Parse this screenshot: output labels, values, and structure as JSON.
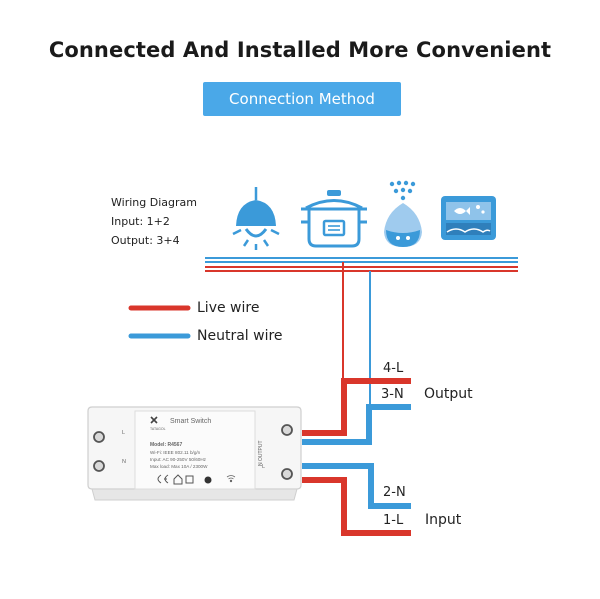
{
  "header": {
    "title": "Connected And Installed More Convenient",
    "badge": "Connection Method"
  },
  "wiring": {
    "heading": "Wiring Diagram",
    "input": "Input: 1+2",
    "output": "Output: 3+4"
  },
  "legend": {
    "live": "Live wire",
    "neutral": "Neutral wire"
  },
  "colors": {
    "live": "#d9362b",
    "neutral": "#3b9ad9",
    "accent": "#4aa8e8"
  },
  "icons": [
    "ceiling-lamp-icon",
    "rice-cooker-icon",
    "humidifier-icon",
    "aquarium-icon"
  ],
  "terminals": {
    "t4": "4-L",
    "t3": "3-N",
    "output": "Output",
    "t2": "2-N",
    "t1": "1-L",
    "input": "Input"
  },
  "device": {
    "brand": "TATAGOL",
    "name": "Smart Switch",
    "model": "Model: R4567",
    "wifi": "Wi-Fi: IEEE 802.11 b/g/n",
    "input": "Input: AC 90-250V 50/60Hz",
    "maxload": "Max load: Max 10A / 2300W",
    "side_left_top": "L",
    "side_left_bottom": "N",
    "side_right_top": "N OUTPUT",
    "side_right_bottom": "L"
  }
}
